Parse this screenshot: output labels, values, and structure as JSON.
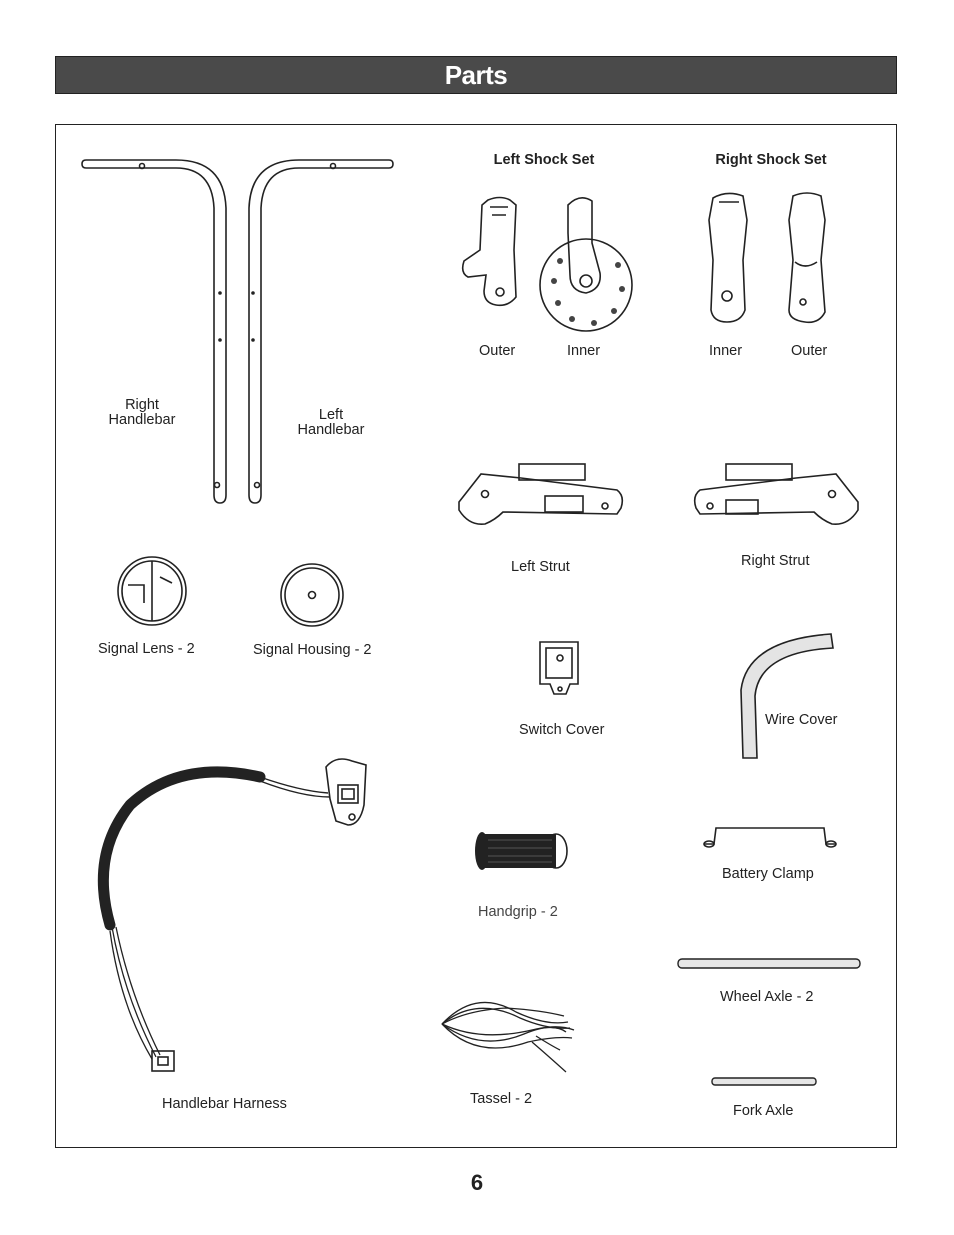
{
  "header": {
    "title": "Parts"
  },
  "parts": {
    "right_handlebar": "Right\nHandlebar",
    "left_handlebar": "Left\nHandlebar",
    "left_shock_set": "Left Shock Set",
    "right_shock_set": "Right Shock Set",
    "left_outer": "Outer",
    "left_inner": "Inner",
    "right_inner": "Inner",
    "right_outer": "Outer",
    "left_strut": "Left Strut",
    "right_strut": "Right Strut",
    "signal_lens": "Signal Lens - 2",
    "signal_housing": "Signal Housing - 2",
    "switch_cover": "Switch Cover",
    "wire_cover": "Wire Cover",
    "handgrip": "Handgrip - 2",
    "battery_clamp": "Battery Clamp",
    "wheel_axle": "Wheel Axle - 2",
    "handlebar_harness": "Handlebar Harness",
    "tassel": "Tassel - 2",
    "fork_axle": "Fork Axle"
  },
  "footer": {
    "page_number": "6"
  },
  "icons": [
    "handlebar-right-icon",
    "handlebar-left-icon",
    "shock-outer-icon",
    "shock-inner-icon",
    "strut-icon",
    "signal-lens-icon",
    "signal-housing-icon",
    "switch-cover-icon",
    "wire-cover-icon",
    "handgrip-icon",
    "battery-clamp-icon",
    "axle-icon",
    "harness-icon",
    "tassel-icon"
  ]
}
